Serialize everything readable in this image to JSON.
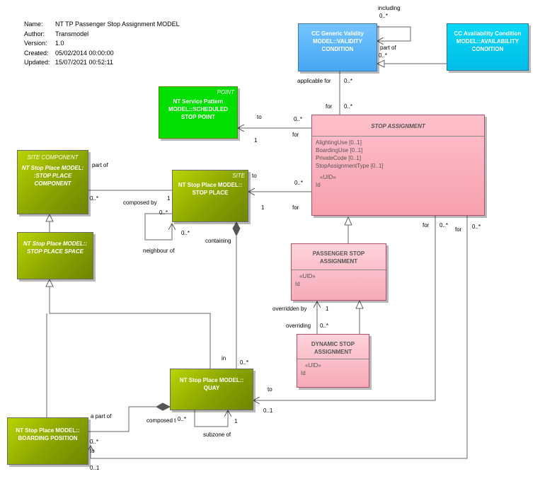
{
  "meta": {
    "rows": [
      {
        "k": "Name:",
        "v": "NT TP  Passenger Stop Assignment MODEL"
      },
      {
        "k": "Author:",
        "v": "Transmodel"
      },
      {
        "k": "Version:",
        "v": "1.0"
      },
      {
        "k": "Created:",
        "v": "05/02/2014 00:00:00"
      },
      {
        "k": "Updated:",
        "v": "15/07/2021 00:52:11"
      }
    ]
  },
  "nodes": {
    "validity": {
      "title": "CC Generic Validity MODEL::VALIDITY CONDITION"
    },
    "availability": {
      "title": "CC Availability Condition MODEL::AVAILABILITY CONDITION"
    },
    "scheduled_stop_point": {
      "stereotype": "POINT",
      "title": "NT Service Pattern MODEL::SCHEDULED STOP POINT"
    },
    "stop_assignment": {
      "title": "STOP ASSIGNMENT",
      "attrs": [
        "AlightingUse [0..1]",
        "BoardingUse [0..1]",
        "PrivateCode [0..1]",
        "StopAssignmentType [0..1]"
      ],
      "uid": "«UID»",
      "id": "Id"
    },
    "site_component": {
      "stereotype": "SITE COMPONENT",
      "title": "NT Stop Place MODEL: :STOP PLACE COMPONENT"
    },
    "stop_place": {
      "stereotype": "SITE",
      "title": "NT Stop Place MODEL:: STOP PLACE"
    },
    "stop_place_space": {
      "title": "NT Stop Place MODEL:: STOP PLACE SPACE"
    },
    "passenger_stop_assignment": {
      "title": "PASSENGER STOP ASSIGNMENT",
      "uid": "«UID»",
      "id": "Id"
    },
    "dynamic_stop_assignment": {
      "title": "DYNAMIC STOP ASSIGNMENT",
      "uid": "«UID»",
      "id": "Id"
    },
    "quay": {
      "title": "NT Stop Place MODEL:: QUAY"
    },
    "boarding_position": {
      "title": "NT Stop Place MODEL:: BOARDING POSITION"
    }
  },
  "labels": {
    "including": "including",
    "including_mult": "0..*",
    "part_of_validity": "part of",
    "part_of_validity_mult": "0..*",
    "applicable_for": "applicable for",
    "applicable_for_mult": "0..*",
    "sa_validity_for": "for",
    "sa_validity_mult": "0..*",
    "ssp_to": "to",
    "ssp_to_mult": "0..*",
    "ssp_one": "1",
    "ssp_for": "for",
    "sc_part_of": "part of",
    "sc_mult": "0..*",
    "composed_by": "composed by",
    "composed_by_one": "1",
    "sp_to": "to",
    "sp_to_mult": "0..*",
    "sp_one": "1",
    "sp_for": "for",
    "neighbour_mult_top": "0..*",
    "neighbour_mult_side": "0..*",
    "neighbour_of": "neighbour of",
    "containing": "containing",
    "for_quay": "for",
    "for_quay_mult": "0..*",
    "for_bp": "for",
    "for_bp_mult": "0..*",
    "overridden_by": "overridden by",
    "overridden_one": "1",
    "overriding": "overriding",
    "overriding_mult": "0..*",
    "in": "in",
    "in_mult": "0..*",
    "quay_to": "to",
    "quay_to_mult": "0..1",
    "a_part_of": "a part of",
    "composed_t": "composed t",
    "composed_t_mult": "0..*",
    "composed_t_one": "1",
    "subzone_of": "subzone of",
    "bp_mult": "0..*",
    "bp_to": "to",
    "bp_to_mult": "0..1"
  }
}
